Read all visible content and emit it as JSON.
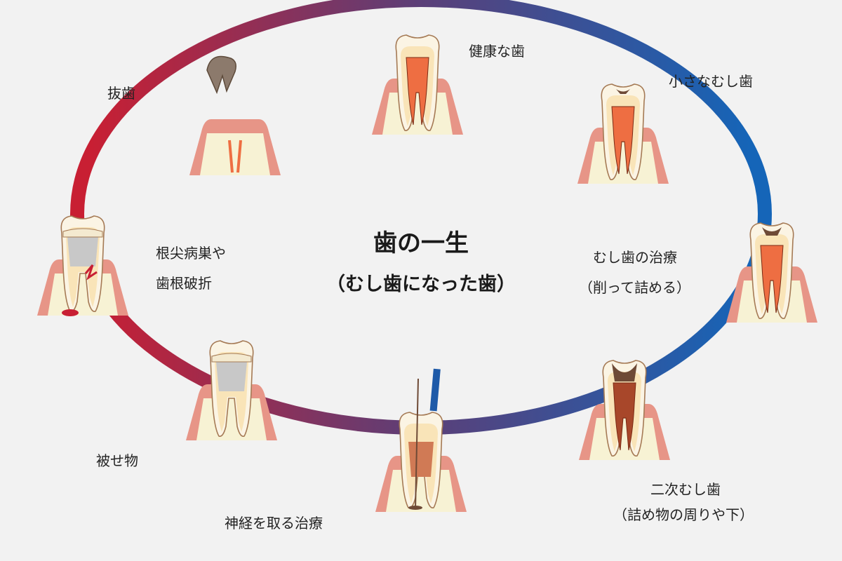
{
  "title": "歯の一生",
  "subtitle": "（むし歯になった歯）",
  "colors": {
    "cycle_blue": "#1565b8",
    "cycle_purple": "#5b3f78",
    "cycle_red": "#c81f33",
    "gum": "#e79587",
    "bone": "#f7f2d4",
    "enamel": "#fbf4e4",
    "dentin": "#f9e4b8",
    "pulp": "#ee6e42",
    "decay": "#6e4a36",
    "filling": "#c8c8c8",
    "background": "#f2f2f2"
  },
  "stages": [
    {
      "label": "健康な歯",
      "icon": "healthy-tooth"
    },
    {
      "label": "小さなむし歯",
      "icon": "small-cavity-tooth"
    },
    {
      "label": "むし歯の治療",
      "note": "（削って詰める）",
      "icon": "filling-treatment-tooth"
    },
    {
      "label": "二次むし歯",
      "note": "（詰め物の周りや下）",
      "icon": "secondary-cavity-tooth"
    },
    {
      "label": "神経を取る治療",
      "icon": "root-canal-tooth"
    },
    {
      "label": "被せ物",
      "icon": "crown-tooth"
    },
    {
      "label": "根尖病巣や",
      "note": "歯根破折",
      "icon": "root-fracture-tooth"
    },
    {
      "label": "抜歯",
      "icon": "extraction-tooth"
    }
  ]
}
